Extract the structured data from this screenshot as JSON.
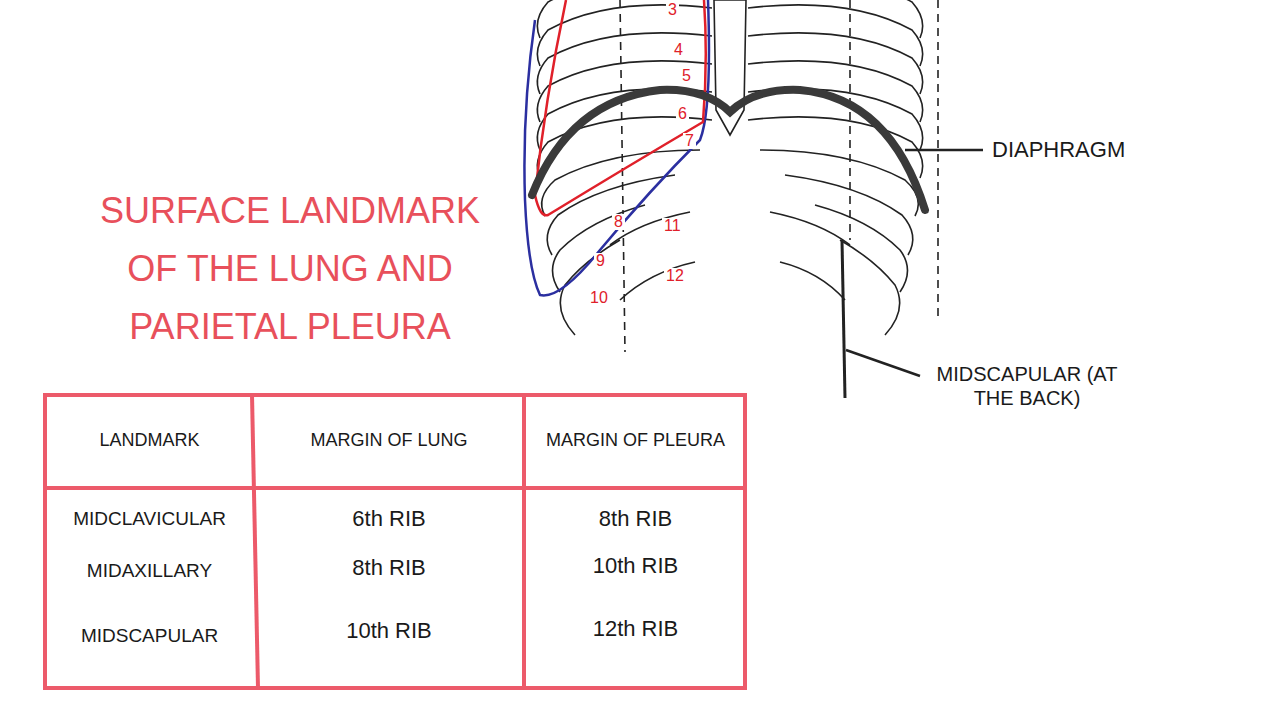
{
  "diagram": {
    "title": "SURFACE LANDMARK OF THE LUNG AND PARIETAL PLEURA",
    "labels": [
      "DIAPHRAGM",
      "MIDSCAPULAR (AT THE BACK)",
      "3",
      "4",
      "5",
      "6",
      "7",
      "8",
      "9",
      "10",
      "11",
      "12",
      "LANDMARK",
      "MARGIN OF LUNG",
      "MARGIN OF PLEURA",
      "MIDCLAVICULAR",
      "6th RIB",
      "8th RIB",
      "MIDAXILLARY",
      "8th RIB",
      "10th RIB",
      "MIDSCAPULAR",
      "10th RIB",
      "12th RIB"
    ]
  }
}
